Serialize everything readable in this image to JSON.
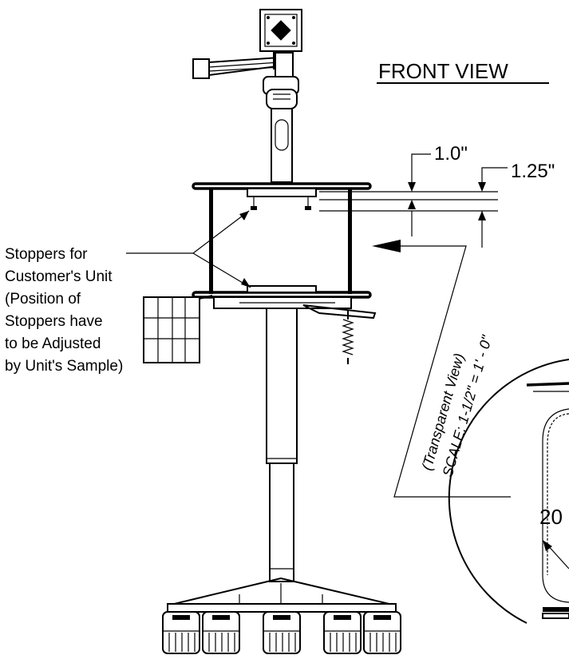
{
  "title": "FRONT VIEW",
  "labels": {
    "stoppers_line1": "Stoppers for",
    "stoppers_line2": "Customer's Unit",
    "stoppers_line3": "(Position of",
    "stoppers_line4": "Stoppers have",
    "stoppers_line5": "to be Adjusted",
    "stoppers_line6": "by Unit's Sample)"
  },
  "dimensions": {
    "dim_a": "1.0\"",
    "dim_b": "1.25\""
  },
  "detail": {
    "line1": "(Transparent View)",
    "line2": "SCALE: 1-1/2\" = 1' - 0\"",
    "partial_value": "20"
  }
}
